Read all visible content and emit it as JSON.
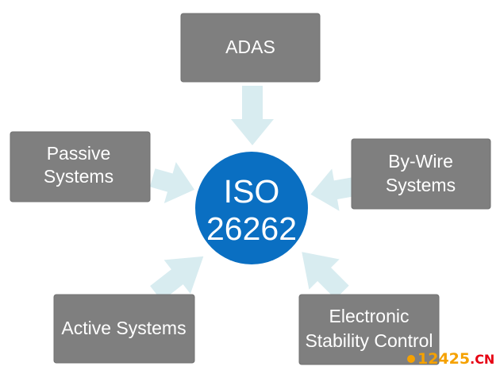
{
  "center": {
    "line1": "ISO",
    "line2": "26262"
  },
  "nodes": {
    "adas": {
      "line1": "ADAS"
    },
    "passive": {
      "line1": "Passive",
      "line2": "Systems"
    },
    "bywire": {
      "line1": "By-Wire",
      "line2": "Systems"
    },
    "active": {
      "line1": "Active Systems"
    },
    "esc": {
      "line1": "Electronic",
      "line2": "Stability Control"
    }
  },
  "watermark": {
    "main": "12425",
    "suffix": ".CN"
  },
  "colors": {
    "node_fill": "#7f7f7f",
    "center_fill": "#0a6fc2",
    "arrow_fill": "#d8ecf0",
    "text": "#ffffff"
  }
}
